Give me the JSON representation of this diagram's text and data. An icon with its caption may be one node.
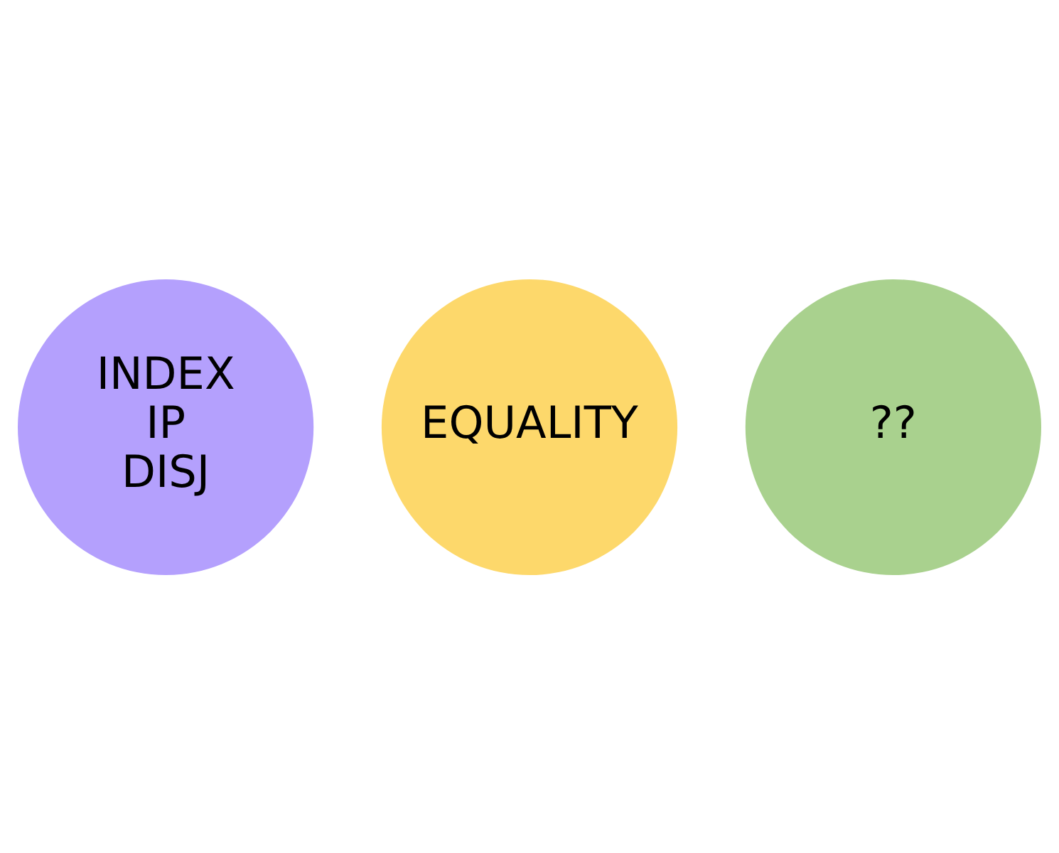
{
  "diagram": {
    "nodes": [
      {
        "text": [
          "INDEX",
          "IP",
          "DISJ"
        ]
      },
      {
        "text": [
          "EQUALITY"
        ]
      },
      {
        "text": [
          "??"
        ]
      }
    ]
  }
}
